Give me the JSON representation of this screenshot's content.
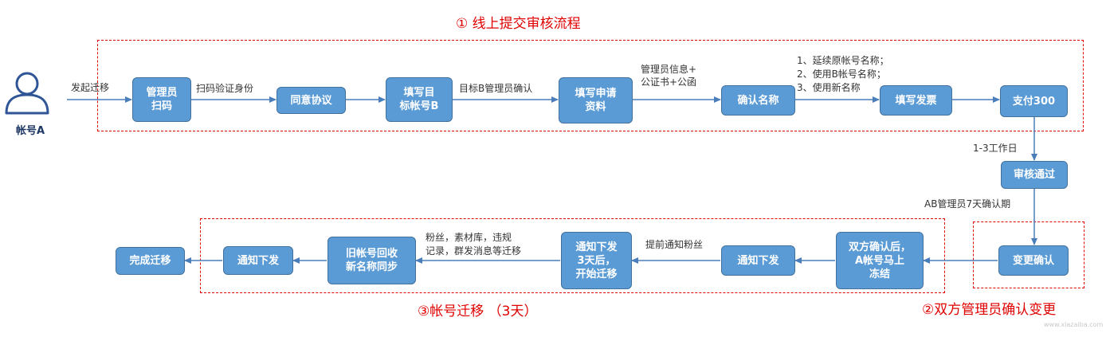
{
  "sections": {
    "online": "① 线上提交审核流程",
    "confirm": "②双方管理员确认变更",
    "migrate": "③帐号迁移 （3天）"
  },
  "account_a": "帐号A",
  "boxes": {
    "admin_scan": "管理员\n扫码",
    "agree": "同意协议",
    "fill_target": "填写目\n标帐号B",
    "fill_form": "填写申请\n资料",
    "confirm_name": "确认名称",
    "invoice": "填写发票",
    "pay": "支付300",
    "review": "审核通过",
    "change_confirm": "变更确认",
    "freeze": "双方确认后，\nA帐号马上\n冻结",
    "notify1": "通知下发",
    "start_migrate": "通知下发\n3天后，\n开始迁移",
    "recycle": "旧帐号回收\n新名称同步",
    "notify2": "通知下发",
    "done": "完成迁移"
  },
  "labels": {
    "initiate": "发起迁移",
    "scan_verify": "扫码验证身份",
    "target_confirm": "目标B管理员确认",
    "materials": "管理员信息+\n公证书+公函",
    "name_options": "1、延续原帐号名称；\n2、使用B帐号名称；\n3、使用新名称",
    "workdays": "1-3工作日",
    "ab_period": "AB管理员7天确认期",
    "notify_fans": "提前通知粉丝",
    "migrate_items": "粉丝，素材库，违规\n记录，群发消息等迁移"
  },
  "watermark": "www.xiazaiba.com",
  "colors": {
    "box_fill": "#5b9bd5",
    "box_border": "#41719c",
    "arrow": "#4a7ebb",
    "dash": "#e00000",
    "user_icon": "#2f5597"
  }
}
